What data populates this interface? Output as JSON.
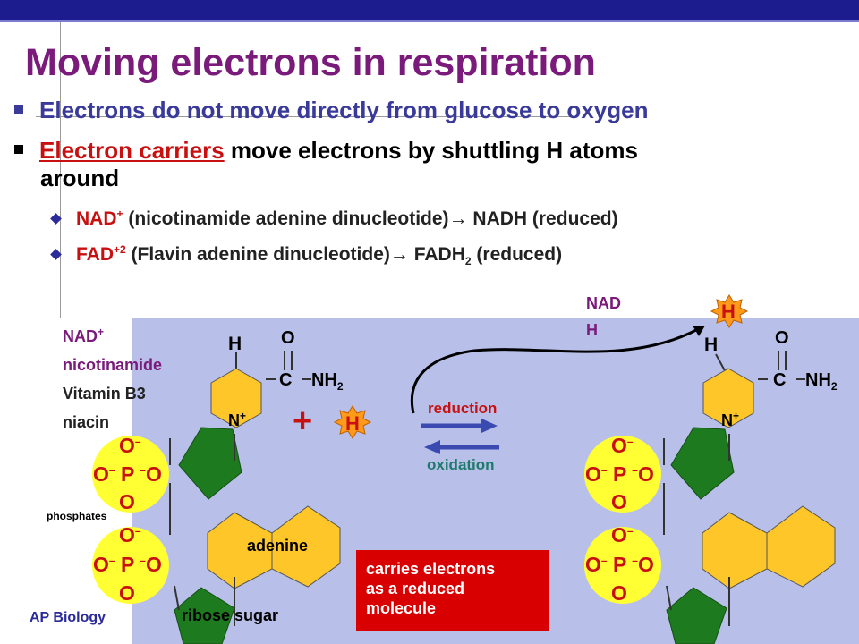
{
  "slide": {
    "title": "Moving electrons in respiration",
    "footer": "AP Biology"
  },
  "bullets": [
    {
      "text": "Electrons do not move directly from glucose to oxygen"
    },
    {
      "highlight": "Electron carriers",
      "text": " move electrons by shuttling H atoms",
      "text2": "around"
    }
  ],
  "sub_bullets": [
    {
      "key": "NAD",
      "sup": "+",
      "text": " (nicotinamide adenine dinucleotide)",
      "arrow": "→",
      "text2": " NADH (reduced)"
    },
    {
      "key": "FAD",
      "sup": "+2",
      "text": " (Flavin adenine dinucleotide)",
      "arrow": "→",
      "text2": " FADH",
      "sub": "2",
      "text3": " (reduced)"
    }
  ],
  "diagram": {
    "left_labels": {
      "nad": "NAD",
      "nad_sup": "+",
      "line2": "nicotinamide",
      "line3": "Vitamin B3",
      "line4": "niacin"
    },
    "nadh_label": {
      "line1": "NAD",
      "line2": "H"
    },
    "phosphates": "phosphates",
    "adenine": "adenine",
    "ribose": "ribose sugar",
    "reduction": "reduction",
    "oxidation": "oxidation",
    "plus": "+",
    "h_atom": "H",
    "h_label": "H",
    "o_label": "O",
    "c_label": "C",
    "nh2": "NH",
    "nh2_sub": "2",
    "n_plus": "N",
    "n_plus_sup": "+",
    "p_label": "P",
    "o_minus": "O",
    "minus": "–",
    "red_box": [
      "carries electrons",
      "as a reduced",
      "molecule"
    ]
  },
  "colors": {
    "title": "#7a1a7a",
    "bar": "#1c1c8e",
    "panel": "#b8c0ea",
    "ring_yellow": "#ffc629",
    "ring_green": "#1e7a1e",
    "phosphate": "#ffff33",
    "phosphate_text": "#c81010",
    "h_star": "#ff9a1a",
    "arrow": "#3a4ab0"
  }
}
